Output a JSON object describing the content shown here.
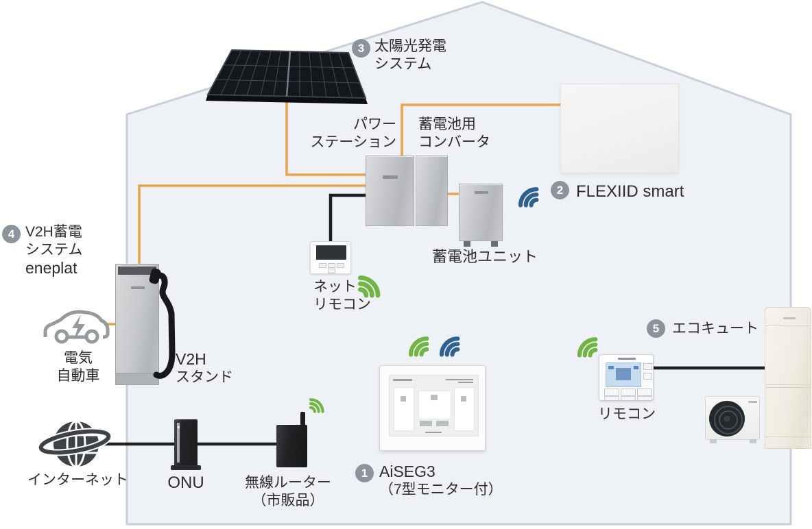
{
  "diagram": {
    "description": "Home energy system diagram (house with solar, V2H storage, AiSEG3, EcoCute)"
  },
  "labels": {
    "solar_system": {
      "badge": "3",
      "line1": "太陽光発電",
      "line2": "システム"
    },
    "power_station": {
      "line1": "パワー",
      "line2": "ステーション"
    },
    "battery_converter": {
      "line1": "蓄電池用",
      "line2": "コンバータ"
    },
    "flexiid_smart": {
      "badge": "2",
      "text": "FLEXIID smart"
    },
    "battery_unit": {
      "text": "蓄電池ユニット"
    },
    "net_remote": {
      "line1": "ネット",
      "line2": "リモコン"
    },
    "v2h_system": {
      "badge": "4",
      "line1": "V2H蓄電",
      "line2": "システム",
      "line3": "eneplat"
    },
    "ev_car": {
      "line1": "電気",
      "line2": "自動車"
    },
    "v2h_stand": {
      "line1": "V2H",
      "line2": "スタンド"
    },
    "internet": {
      "text": "インターネット"
    },
    "onu": {
      "text": "ONU"
    },
    "router": {
      "line1": "無線ルーター",
      "line2": "（市販品）"
    },
    "aiseg3": {
      "badge": "1",
      "line1": "AiSEG3",
      "line2": "（7型モニター付）"
    },
    "ecocute": {
      "badge": "5",
      "text": "エコキュート"
    },
    "eco_remote": {
      "text": "リモコン"
    }
  },
  "colors": {
    "power_line_orange": "#EBA445",
    "signal_line_black": "#1E1E1E",
    "wifi_green": "#71B544",
    "wifi_blue": "#2D6191",
    "badge_gray": "#8B949C",
    "house_fill": "#EEF1F6",
    "house_stroke": "#C9CFD9"
  },
  "icons": {
    "wifi-green-icon": "green wireless signal fan",
    "wifi-blue-icon": "blue wireless signal fan",
    "globe-icon": "internet globe with orbit ring",
    "ev-car-icon": "electric car outline with lightning bolt",
    "solar-panel-icon": "photovoltaic panel on roof"
  }
}
